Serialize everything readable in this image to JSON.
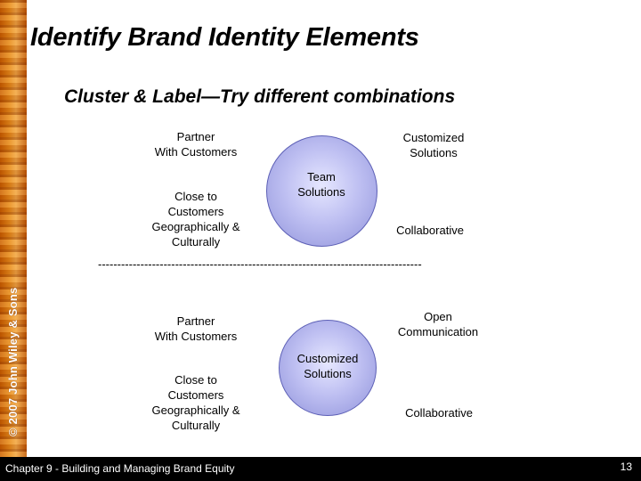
{
  "slide": {
    "title": "Identify Brand Identity Elements",
    "subtitle": "Cluster & Label—Try different combinations",
    "copyright": "© 2007 John Wiley & Sons"
  },
  "cluster_top": {
    "partner": [
      "Partner",
      "With Customers"
    ],
    "customized": [
      "Customized",
      "Solutions"
    ],
    "close": [
      "Close to",
      "Customers",
      "Geographically &",
      "Culturally"
    ],
    "collaborative": "Collaborative",
    "center": [
      "Team",
      "Solutions"
    ]
  },
  "divider": "------------------------------------------------------------------------------------",
  "cluster_bottom": {
    "partner": [
      "Partner",
      "With Customers"
    ],
    "open": [
      "Open",
      "Communication"
    ],
    "close": [
      "Close to",
      "Customers",
      "Geographically &",
      "Culturally"
    ],
    "collaborative": "Collaborative",
    "center": [
      "Customized",
      "Solutions"
    ]
  },
  "footer": {
    "chapter": "Chapter 9 - Building and Managing Brand Equity",
    "page": "13"
  }
}
